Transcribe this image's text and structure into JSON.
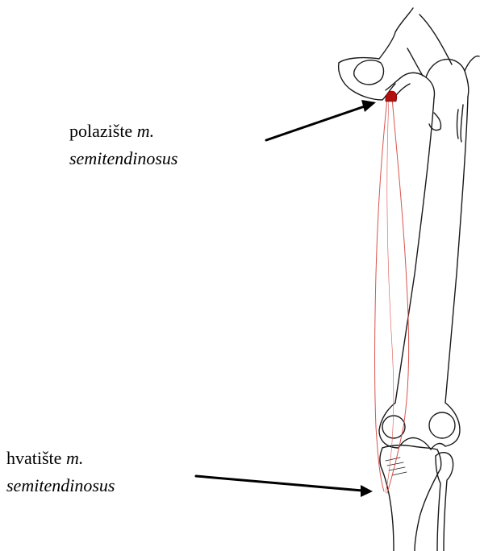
{
  "labels": {
    "origin": {
      "prefix": "polazište ",
      "m": "m.",
      "muscle": "semitendinosus"
    },
    "insertion": {
      "prefix": "hvatište ",
      "m": "m.",
      "muscle": "semitendinosus"
    }
  },
  "colors": {
    "bone_outline": "#1a1a1a",
    "muscle_line": "#d9534f",
    "origin_marker": "#b01010",
    "arrow": "#000000"
  }
}
